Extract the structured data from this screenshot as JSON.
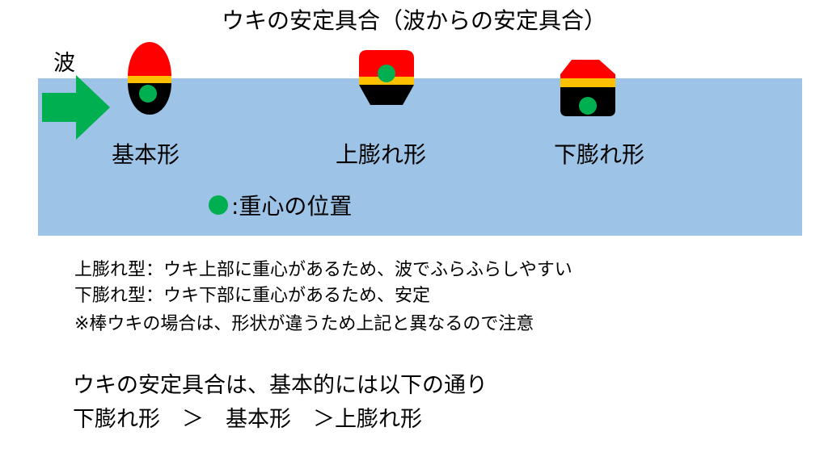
{
  "title": "ウキの安定具合（波からの安定具合）",
  "wave_label": "波",
  "floats": [
    {
      "label": "基本形"
    },
    {
      "label": "上膨れ形"
    },
    {
      "label": "下膨れ形"
    }
  ],
  "legend": {
    "text": ":重心の位置"
  },
  "notes": [
    "上膨れ型：ウキ上部に重心があるため、波でふらふらしやすい",
    "下膨れ型：ウキ下部に重心があるため、安定",
    "※棒ウキの場合は、形状が違うため上記と異なるので注意"
  ],
  "summary": [
    "ウキの安定具合は、基本的には以下の通り",
    "下膨れ形　＞　基本形　＞上膨れ形"
  ],
  "colors": {
    "water": "#9dc3e6",
    "arrow": "#00b050",
    "float_top": "#ff0000",
    "float_band": "#ffc000",
    "float_body": "#000000",
    "center_of_gravity": "#00b050"
  }
}
